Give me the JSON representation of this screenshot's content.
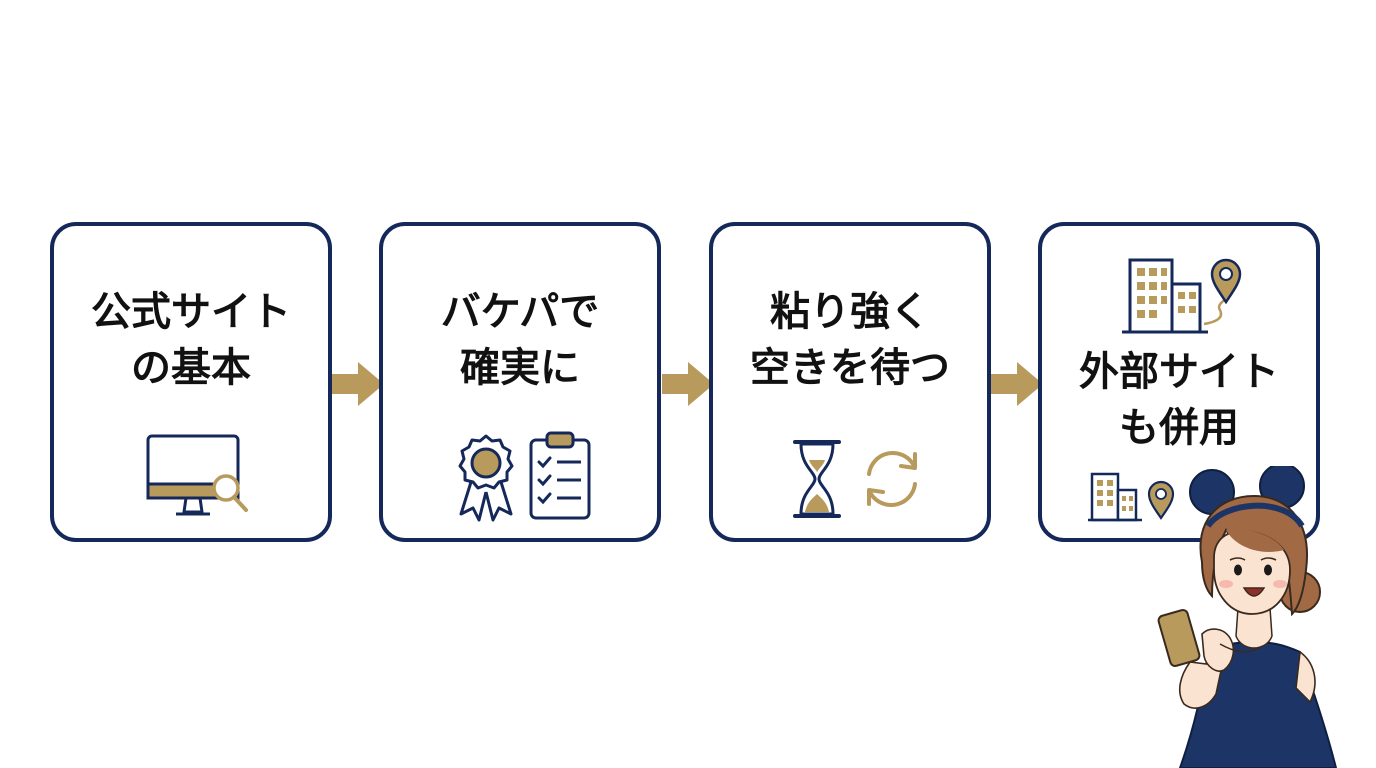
{
  "steps": [
    {
      "title_line1": "公式サイト",
      "title_line2": "の基本",
      "icons": [
        "monitor-search-icon"
      ]
    },
    {
      "title_line1": "バケパで",
      "title_line2": "確実に",
      "icons": [
        "award-ribbon-icon",
        "checklist-clipboard-icon"
      ]
    },
    {
      "title_line1": "粘り強く",
      "title_line2": "空きを待つ",
      "icons": [
        "hourglass-icon",
        "refresh-icon"
      ]
    },
    {
      "title_line1": "外部サイト",
      "title_line2": "も併用",
      "icons": [
        "hotel-buildings-icon",
        "map-pin-icon"
      ]
    }
  ],
  "colors": {
    "navy": "#14285a",
    "gold": "#b89a5c",
    "text": "#111111"
  },
  "illustration": "girl-with-smartphone-and-mouse-ears"
}
